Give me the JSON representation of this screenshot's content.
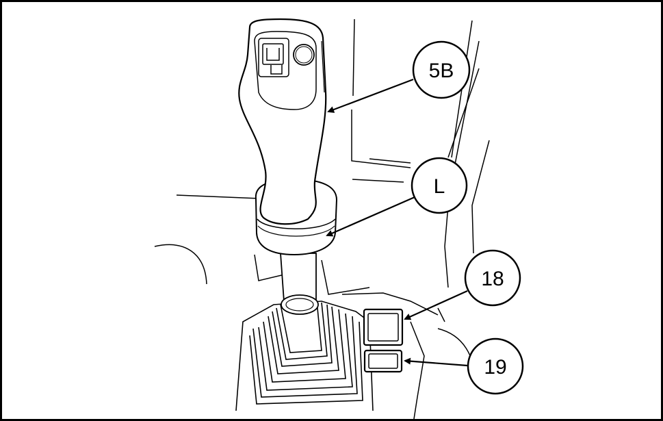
{
  "callouts": {
    "c5b": "5B",
    "cL": "L",
    "c18": "18",
    "c19": "19"
  },
  "colors": {
    "ink": "#000000",
    "paper": "#ffffff"
  },
  "icons": [
    "joystick-lever",
    "lock-switch-icon",
    "round-button-icon",
    "switch-18",
    "switch-19"
  ]
}
